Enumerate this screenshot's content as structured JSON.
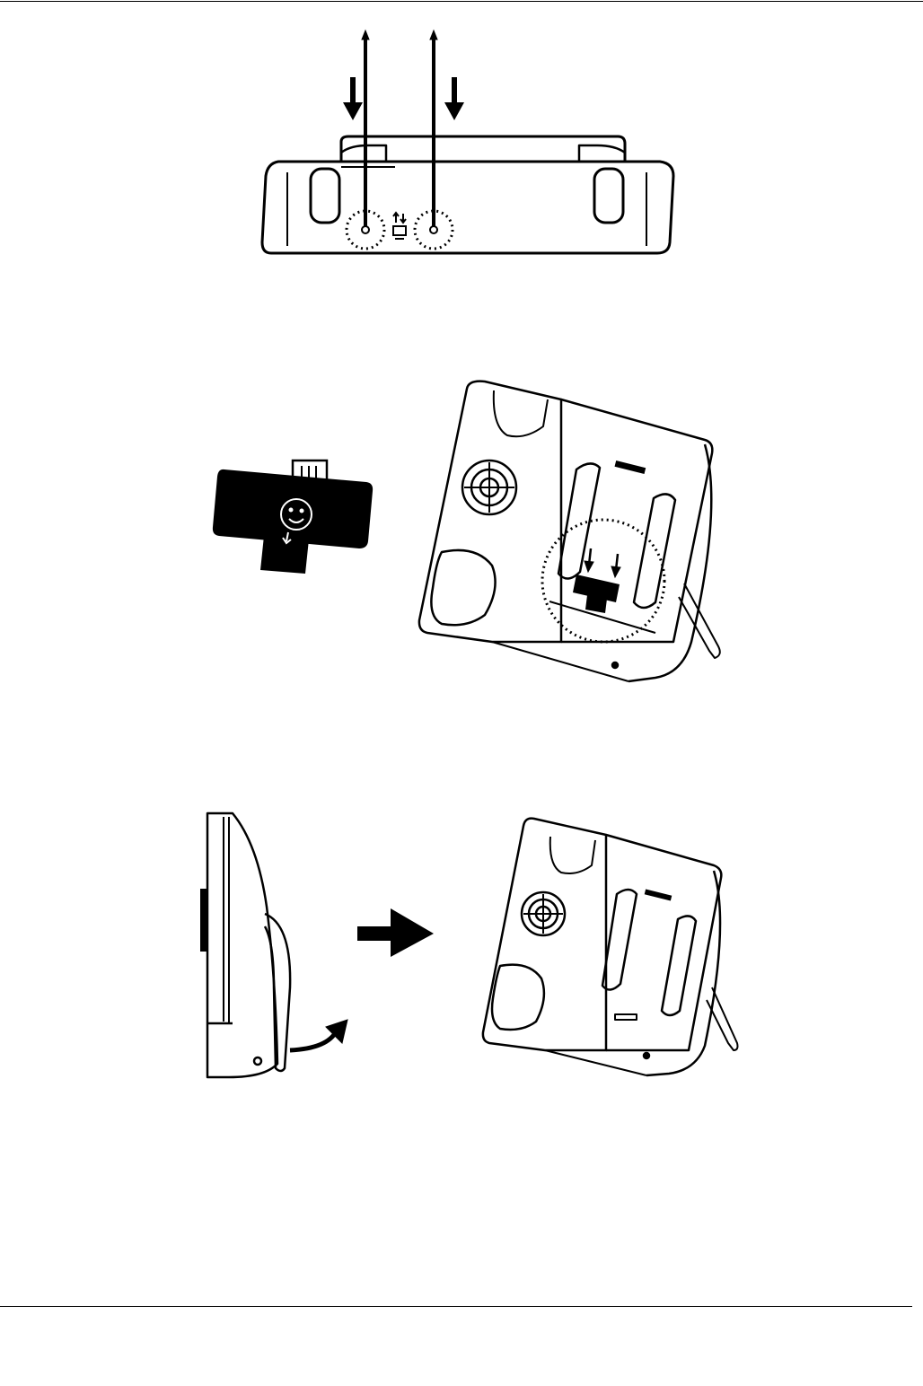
{
  "figures": [
    {
      "id": "antenna-top-view",
      "elements": [
        "antenna",
        "down-arrow-icon",
        "dotted-circle",
        "network-port-icon"
      ]
    },
    {
      "id": "card-insert",
      "elements": [
        "card",
        "smiley-icon",
        "device-front-view",
        "dotted-circle",
        "down-arrow-icon"
      ]
    },
    {
      "id": "stand-open",
      "elements": [
        "device-side-view",
        "curved-arrow-icon",
        "right-arrow-icon",
        "device-front-view"
      ]
    }
  ],
  "colors": {
    "ink": "#000000",
    "paper": "#ffffff"
  }
}
